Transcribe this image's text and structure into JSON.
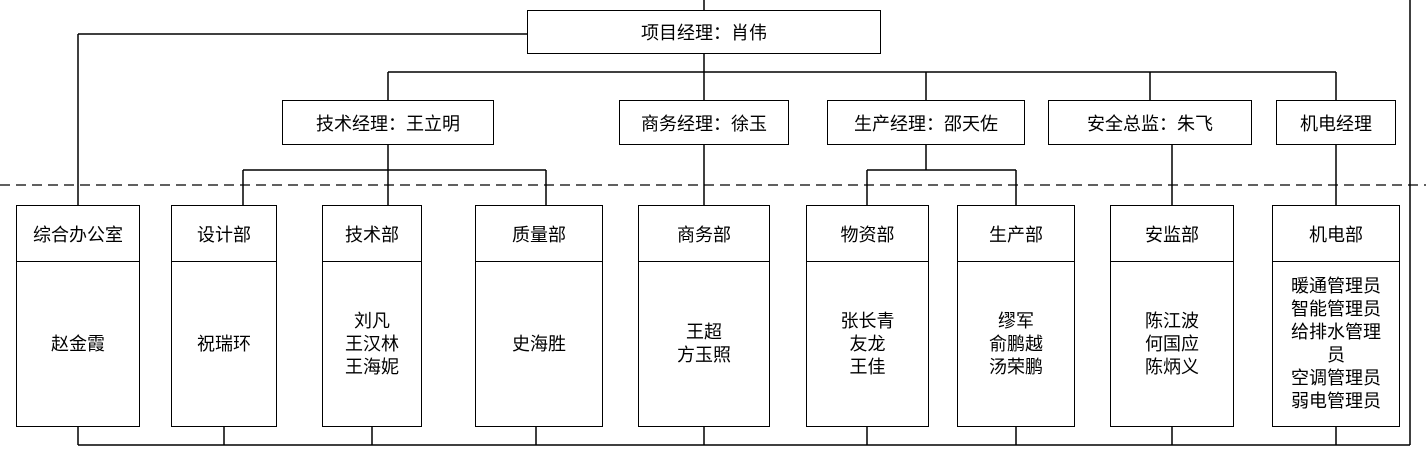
{
  "project_manager": "项目经理：肖伟",
  "managers": [
    "技术经理：王立明",
    "商务经理：徐玉",
    "生产经理：邵天佐",
    "安全总监：朱飞",
    "机电经理"
  ],
  "departments": [
    {
      "title": "综合办公室",
      "staff": "赵金霞"
    },
    {
      "title": "设计部",
      "staff": "祝瑞环"
    },
    {
      "title": "技术部",
      "staff": "刘凡\n王汉林\n王海妮"
    },
    {
      "title": "质量部",
      "staff": "史海胜"
    },
    {
      "title": "商务部",
      "staff": "王超\n方玉照"
    },
    {
      "title": "物资部",
      "staff": "张长青\n友龙\n王佳"
    },
    {
      "title": "生产部",
      "staff": "缪军\n俞鹏越\n汤荣鹏"
    },
    {
      "title": "安监部",
      "staff": "陈江波\n何国应\n陈炳义"
    },
    {
      "title": "机电部",
      "staff": "暖通管理员\n智能管理员\n给排水管理\n员\n空调管理员\n弱电管理员"
    }
  ],
  "colors": {
    "line": "#000000",
    "background": "#ffffff"
  }
}
